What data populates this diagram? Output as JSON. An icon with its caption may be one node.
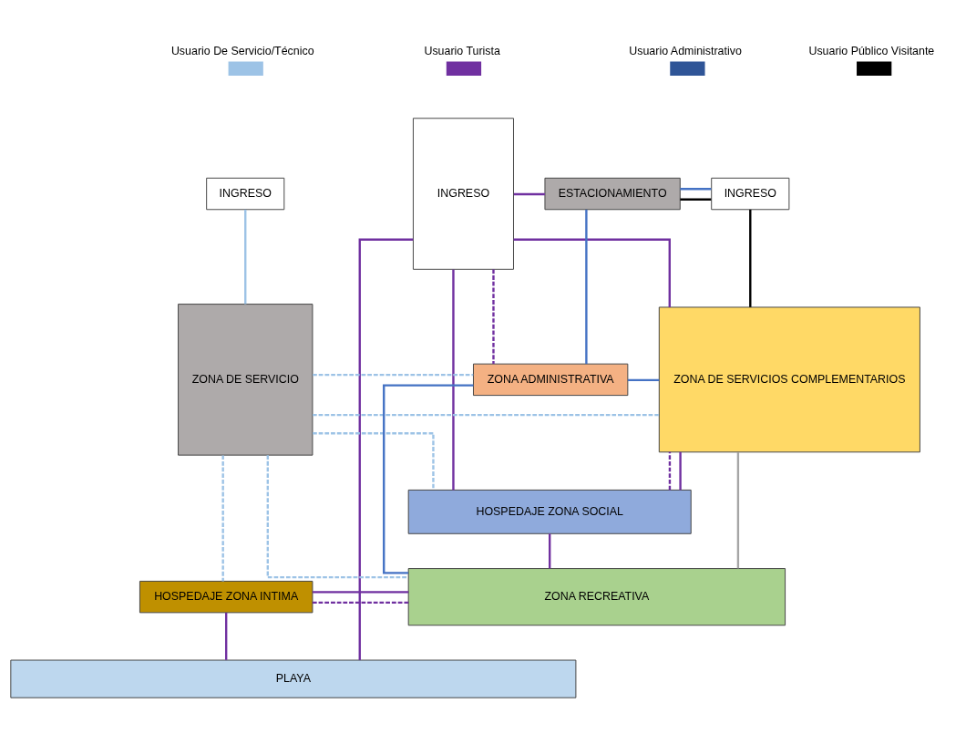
{
  "diagram": {
    "nodes": [
      {
        "text": [
          "INGRESO"
        ]
      },
      {
        "text": [
          "INGRESO"
        ]
      },
      {
        "text": [
          "ESTACIONAMIENTO"
        ]
      },
      {
        "text": [
          "INGRESO"
        ]
      },
      {
        "text": [
          "ZONA DE SERVICIO"
        ]
      },
      {
        "text": [
          "ZONA ADMINISTRATIVA"
        ]
      },
      {
        "text": [
          "ZONA DE SERVICIOS COMPLEMENTARIOS"
        ]
      },
      {
        "text": [
          "HOSPEDAJE ZONA SOCIAL"
        ]
      },
      {
        "text": [
          "HOSPEDAJE ZONA INTIMA"
        ]
      },
      {
        "text": [
          "ZONA RECREATIVA"
        ]
      },
      {
        "text": [
          "PLAYA"
        ]
      }
    ],
    "edges": [
      {
        "from": 0,
        "to": 4,
        "arrow": "none",
        "color": "#9dc3e6"
      },
      {
        "from": 4,
        "to": 5,
        "arrow": "none",
        "style": "dashed",
        "color": "#9dc3e6"
      },
      {
        "from": 4,
        "to": 6,
        "arrow": "none",
        "style": "dashed",
        "color": "#9dc3e6"
      },
      {
        "from": 4,
        "to": 8,
        "arrow": "none",
        "style": "dashed",
        "color": "#9dc3e6"
      },
      {
        "from": 4,
        "to": 7,
        "arrow": "none",
        "style": "dashed",
        "color": "#9dc3e6"
      },
      {
        "from": 4,
        "to": 9,
        "arrow": "none",
        "style": "dashed",
        "color": "#9dc3e6"
      },
      {
        "from": 1,
        "to": 2,
        "arrow": "none"
      },
      {
        "from": 1,
        "to": 5,
        "arrow": "none",
        "style": "dashed"
      },
      {
        "from": 1,
        "to": 6,
        "arrow": "none"
      },
      {
        "from": 1,
        "to": 7,
        "arrow": "none"
      },
      {
        "from": 1,
        "to": 10,
        "arrow": "none"
      },
      {
        "from": 7,
        "to": 6,
        "arrow": "none",
        "style": "dashed"
      },
      {
        "from": 7,
        "to": 6,
        "arrow": "none"
      },
      {
        "from": 7,
        "to": 9,
        "arrow": "none"
      },
      {
        "from": 8,
        "to": 9,
        "arrow": "none"
      },
      {
        "from": 8,
        "to": 9,
        "arrow": "none",
        "style": "dashed"
      },
      {
        "from": 8,
        "to": 10,
        "arrow": "none"
      },
      {
        "from": 2,
        "to": 3,
        "arrow": "none",
        "color": "#4472c4"
      },
      {
        "from": 2,
        "to": 5,
        "arrow": "none",
        "color": "#4472c4"
      },
      {
        "from": 5,
        "to": 6,
        "arrow": "none",
        "color": "#4472c4"
      },
      {
        "from": 5,
        "to": 9,
        "arrow": "none",
        "color": "#4472c4"
      },
      {
        "from": 2,
        "to": 3,
        "arrow": "none",
        "color": "#000000"
      },
      {
        "from": 3,
        "to": 6,
        "arrow": "none",
        "color": "#000000"
      },
      {
        "from": 6,
        "to": 9,
        "arrow": "none",
        "color": "#a6a6a6"
      }
    ],
    "legend": [
      {
        "text": "Usuario De Servicio/Técnico",
        "color": "#9dc3e6"
      },
      {
        "text": "Usuario Turista",
        "color": "#7030a0"
      },
      {
        "text": "Usuario Administrativo",
        "color": "#2f5597"
      },
      {
        "text": "Usuario Público Visitante",
        "color": "#000000"
      }
    ]
  }
}
